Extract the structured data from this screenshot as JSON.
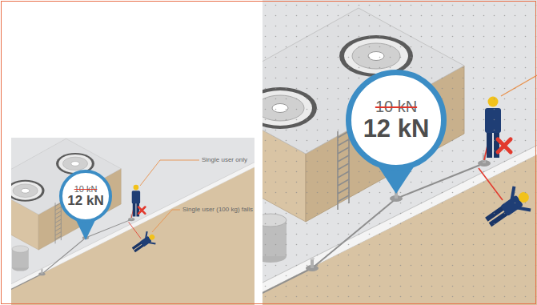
{
  "diagram": {
    "nodes": [
      {
        "text": [
          "10 kN",
          "12 kN"
        ]
      },
      {
        "text": [
          "10 kN",
          "12 kN"
        ]
      }
    ],
    "labels": [
      "Single user only",
      "Single user (100 kg) falls"
    ]
  }
}
